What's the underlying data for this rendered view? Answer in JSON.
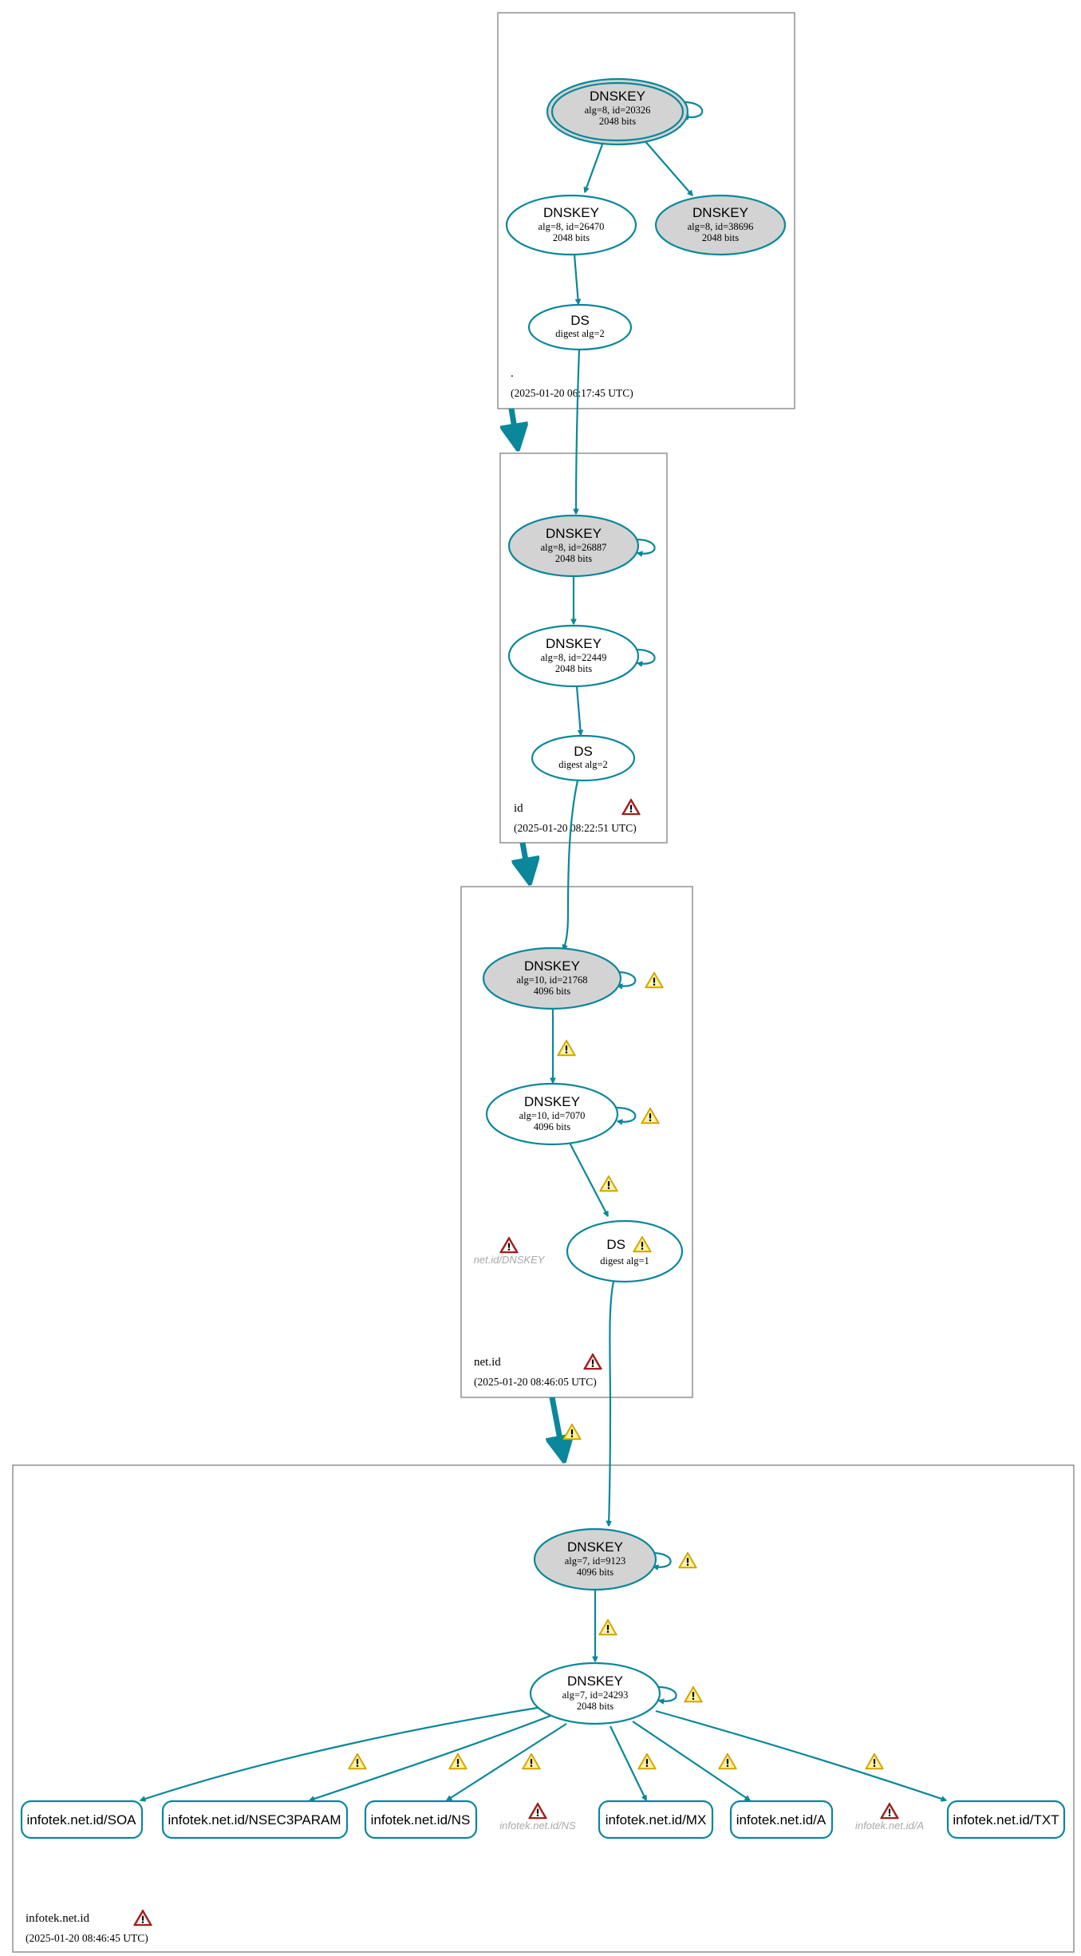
{
  "colors": {
    "edge": "#0a879a",
    "ksk_fill": "#d3d3d3",
    "zsk_fill": "#ffffff",
    "warning_yellow": "#f5c518",
    "error_red": "#c62828",
    "ghost_text": "#a8a8a8"
  },
  "zones": {
    "root": {
      "name": ".",
      "timestamp": "(2025-01-20 06:17:45 UTC)"
    },
    "id": {
      "name": "id",
      "timestamp": "(2025-01-20 08:22:51 UTC)"
    },
    "netid": {
      "name": "net.id",
      "timestamp": "(2025-01-20 08:46:05 UTC)"
    },
    "infotek": {
      "name": "infotek.net.id",
      "timestamp": "(2025-01-20 08:46:45 UTC)"
    }
  },
  "nodes": {
    "root_ksk": {
      "title": "DNSKEY",
      "line1": "alg=8, id=20326",
      "line2": "2048 bits"
    },
    "root_zsk": {
      "title": "DNSKEY",
      "line1": "alg=8, id=26470",
      "line2": "2048 bits"
    },
    "root_key3": {
      "title": "DNSKEY",
      "line1": "alg=8, id=38696",
      "line2": "2048 bits"
    },
    "root_ds": {
      "title": "DS",
      "line1": "digest alg=2"
    },
    "id_ksk": {
      "title": "DNSKEY",
      "line1": "alg=8, id=26887",
      "line2": "2048 bits"
    },
    "id_zsk": {
      "title": "DNSKEY",
      "line1": "alg=8, id=22449",
      "line2": "2048 bits"
    },
    "id_ds": {
      "title": "DS",
      "line1": "digest alg=2"
    },
    "netid_ksk": {
      "title": "DNSKEY",
      "line1": "alg=10, id=21768",
      "line2": "4096 bits"
    },
    "netid_zsk": {
      "title": "DNSKEY",
      "line1": "alg=10, id=7070",
      "line2": "4096 bits"
    },
    "netid_ds": {
      "title": "DS",
      "line1": "digest alg=1"
    },
    "inf_ksk": {
      "title": "DNSKEY",
      "line1": "alg=7, id=9123",
      "line2": "4096 bits"
    },
    "inf_zsk": {
      "title": "DNSKEY",
      "line1": "alg=7, id=24293",
      "line2": "2048 bits"
    }
  },
  "records": {
    "soa": "infotek.net.id/SOA",
    "nsec3param": "infotek.net.id/NSEC3PARAM",
    "ns": "infotek.net.id/NS",
    "mx": "infotek.net.id/MX",
    "a": "infotek.net.id/A",
    "txt": "infotek.net.id/TXT"
  },
  "ghosts": {
    "netid_dnskey": "net.id/DNSKEY",
    "inf_ns": "infotek.net.id/NS",
    "inf_a": "infotek.net.id/A"
  },
  "icons": {
    "warning": "warning-icon",
    "error": "error-icon"
  }
}
